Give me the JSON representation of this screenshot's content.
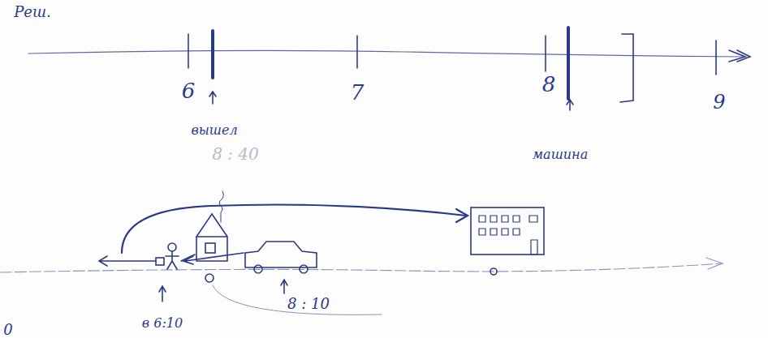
{
  "diagram": {
    "labels": [
      "Реш.",
      "6",
      "7",
      "8",
      "9",
      "вышел",
      "8 : 40",
      "машина",
      "в 6:10",
      "8 : 10",
      "0"
    ]
  }
}
